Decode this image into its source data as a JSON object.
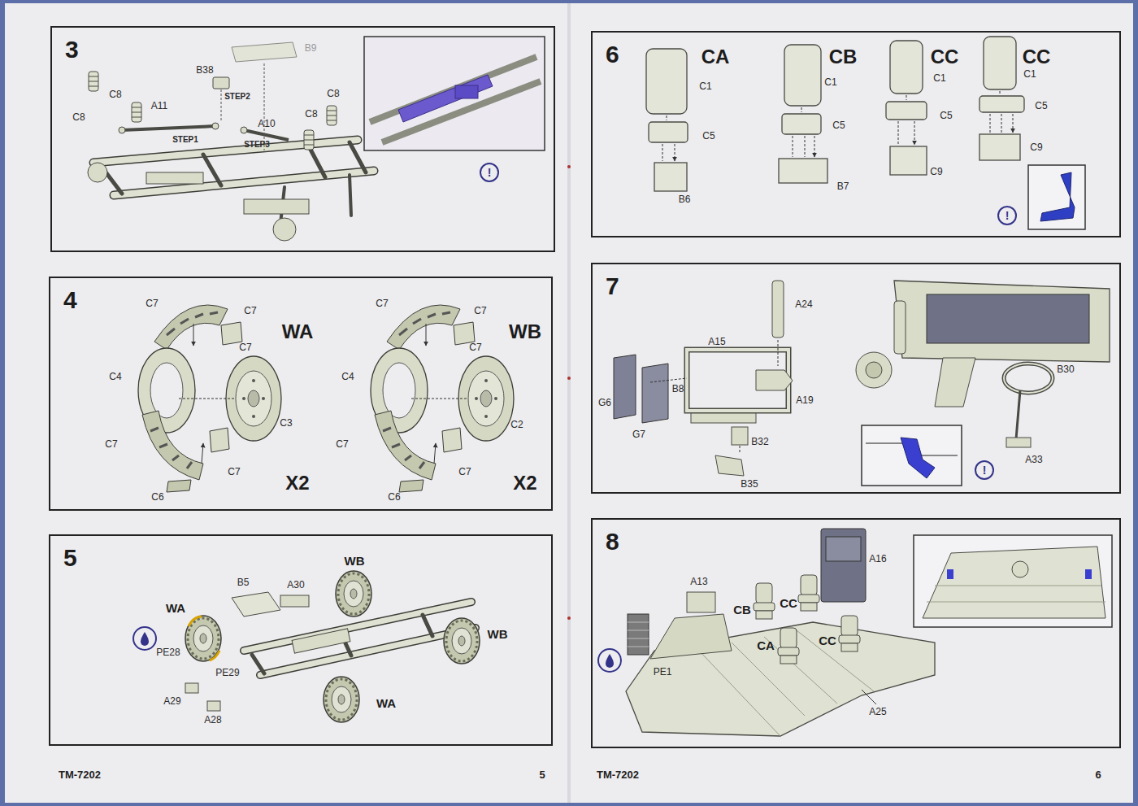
{
  "diagram": {
    "nodes": [
      {
        "text": [
          "3"
        ]
      },
      {
        "text": [
          "4"
        ]
      },
      {
        "text": [
          "5"
        ]
      },
      {
        "text": [
          "6"
        ]
      },
      {
        "text": [
          "7"
        ]
      },
      {
        "text": [
          "8"
        ]
      }
    ],
    "labels": [
      "C8",
      "C8",
      "A11",
      "B38",
      "B9",
      "STEP2",
      "STEP1",
      "A10",
      "STEP3",
      "C8",
      "C8",
      "!",
      "C7",
      "C7",
      "C7",
      "WA",
      "C4",
      "C3",
      "C7",
      "C7",
      "C6",
      "X2",
      "C7",
      "C7",
      "C7",
      "WB",
      "C4",
      "C2",
      "C7",
      "C7",
      "C6",
      "X2",
      "B5",
      "A30",
      "WB",
      "WA",
      "WB",
      "PE28",
      "PE29",
      "A29",
      "A28",
      "WA",
      "CA",
      "C1",
      "C5",
      "B6",
      "CB",
      "C1",
      "C5",
      "B7",
      "CC",
      "C1",
      "C5",
      "C9",
      "CC",
      "C1",
      "C5",
      "C9",
      "!",
      "A24",
      "A15",
      "B8",
      "A19",
      "G6",
      "G7",
      "B32",
      "B35",
      "B30",
      "A33",
      "!",
      "A16",
      "A13",
      "CB",
      "CC",
      "CA",
      "CC",
      "PE1",
      "A25",
      "TM-7202",
      "5",
      "TM-7202",
      "6"
    ]
  }
}
